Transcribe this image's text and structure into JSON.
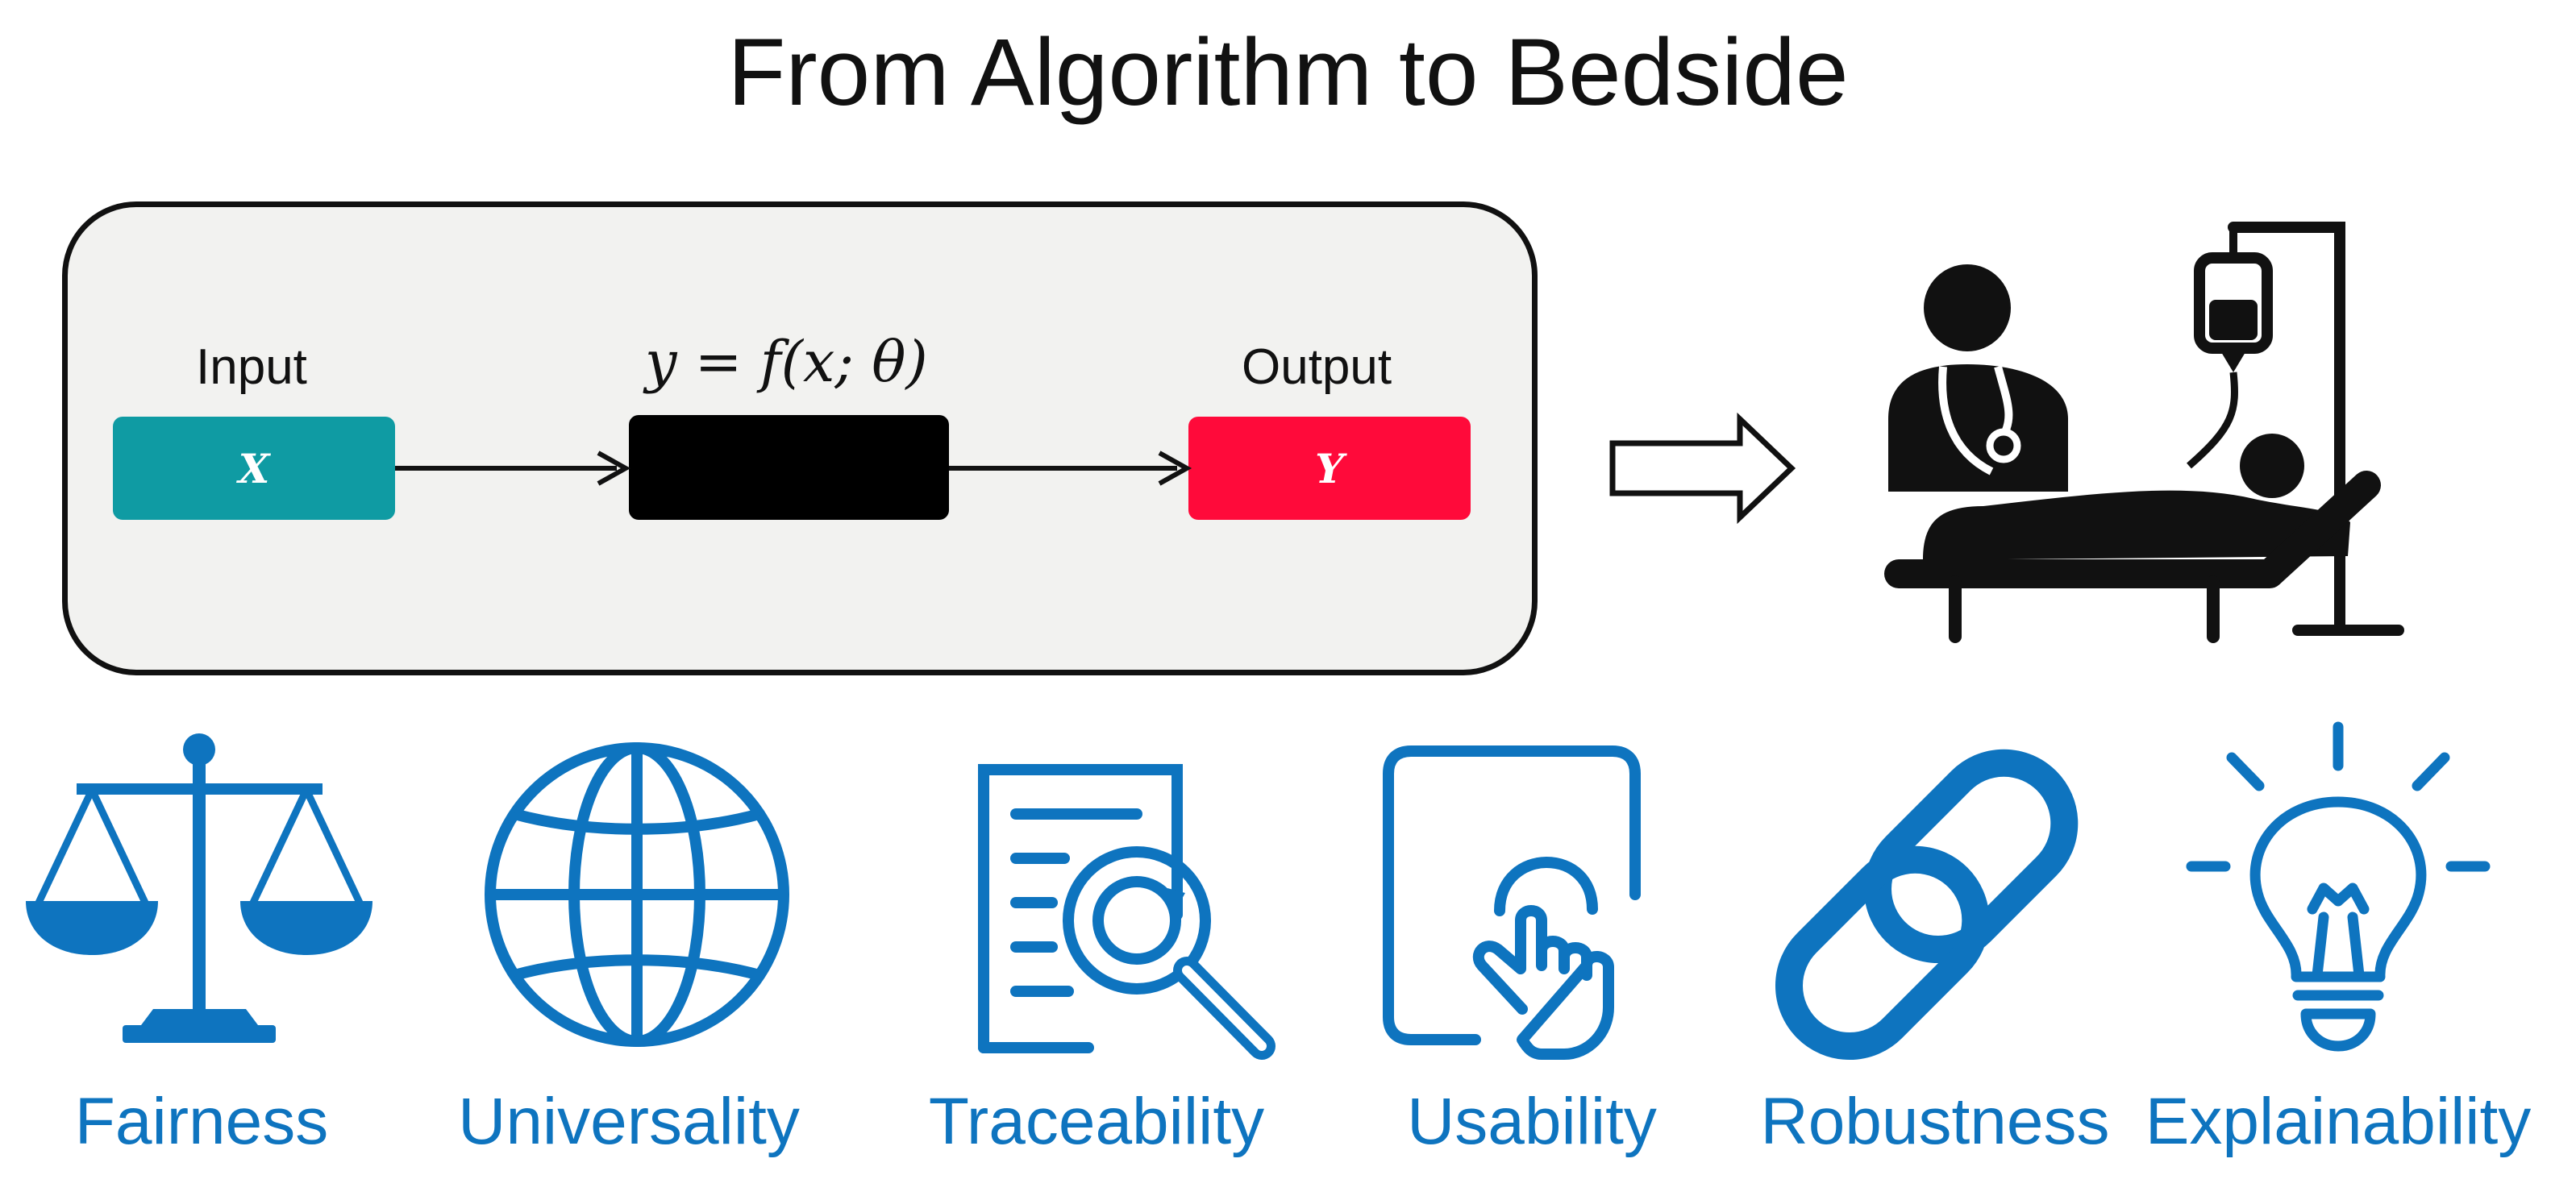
{
  "title": "From Algorithm to Bedside",
  "model": {
    "input_label": "Input",
    "formula": "y = f(x; θ)",
    "output_label": "Output",
    "input_symbol": "X",
    "output_symbol": "Y"
  },
  "colors": {
    "input": "#0f9ba3",
    "output": "#ff0a3a",
    "model": "#000000",
    "accent": "#0e74bf",
    "ink": "#111111"
  },
  "icons": {
    "clinic": "doctor-patient-bed-iv-icon",
    "arrow": "outline-right-arrow-icon"
  },
  "properties": [
    {
      "label": "Fairness",
      "icon": "scales-icon"
    },
    {
      "label": "Universality",
      "icon": "globe-icon"
    },
    {
      "label": "Traceability",
      "icon": "document-magnifier-icon"
    },
    {
      "label": "Usability",
      "icon": "tablet-touch-icon"
    },
    {
      "label": "Robustness",
      "icon": "chain-link-icon"
    },
    {
      "label": "Explainability",
      "icon": "lightbulb-icon"
    }
  ]
}
